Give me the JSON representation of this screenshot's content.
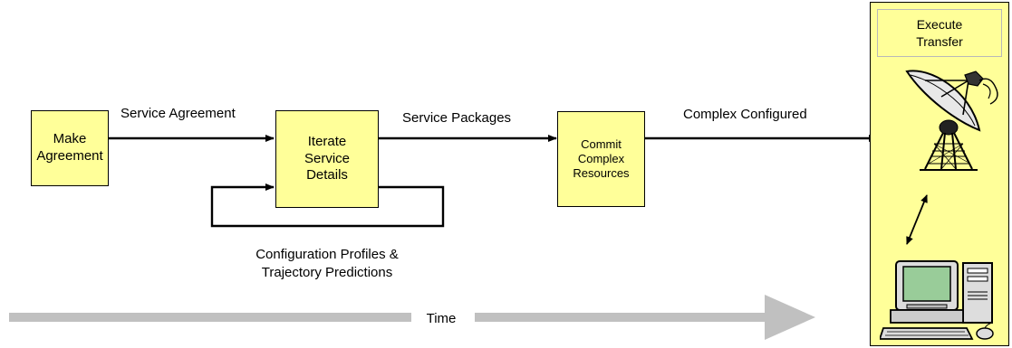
{
  "boxes": {
    "make_agreement": [
      "Make",
      "Agreement"
    ],
    "iterate_service_details": [
      "Iterate",
      "Service",
      "Details"
    ],
    "commit_complex_resources": [
      "Commit",
      "Complex",
      "Resources"
    ]
  },
  "execute_transfer": [
    "Execute",
    "Transfer"
  ],
  "arrow_labels": {
    "service_agreement": "Service Agreement",
    "service_packages": "Service Packages",
    "complex_configured": "Complex Configured",
    "feedback_line1": "Configuration Profiles &",
    "feedback_line2": "Trajectory Predictions"
  },
  "timeline": {
    "label": "Time"
  },
  "icons": {
    "antenna": "satellite-dish-icon",
    "computer": "desktop-computer-icon",
    "link": "double-arrow-icon"
  },
  "colors": {
    "box_fill": "#ffff99",
    "box_stroke": "#000000",
    "timeline": "#c0c0c0",
    "screen": "#99cc99",
    "computer_body": "#dddddd"
  }
}
